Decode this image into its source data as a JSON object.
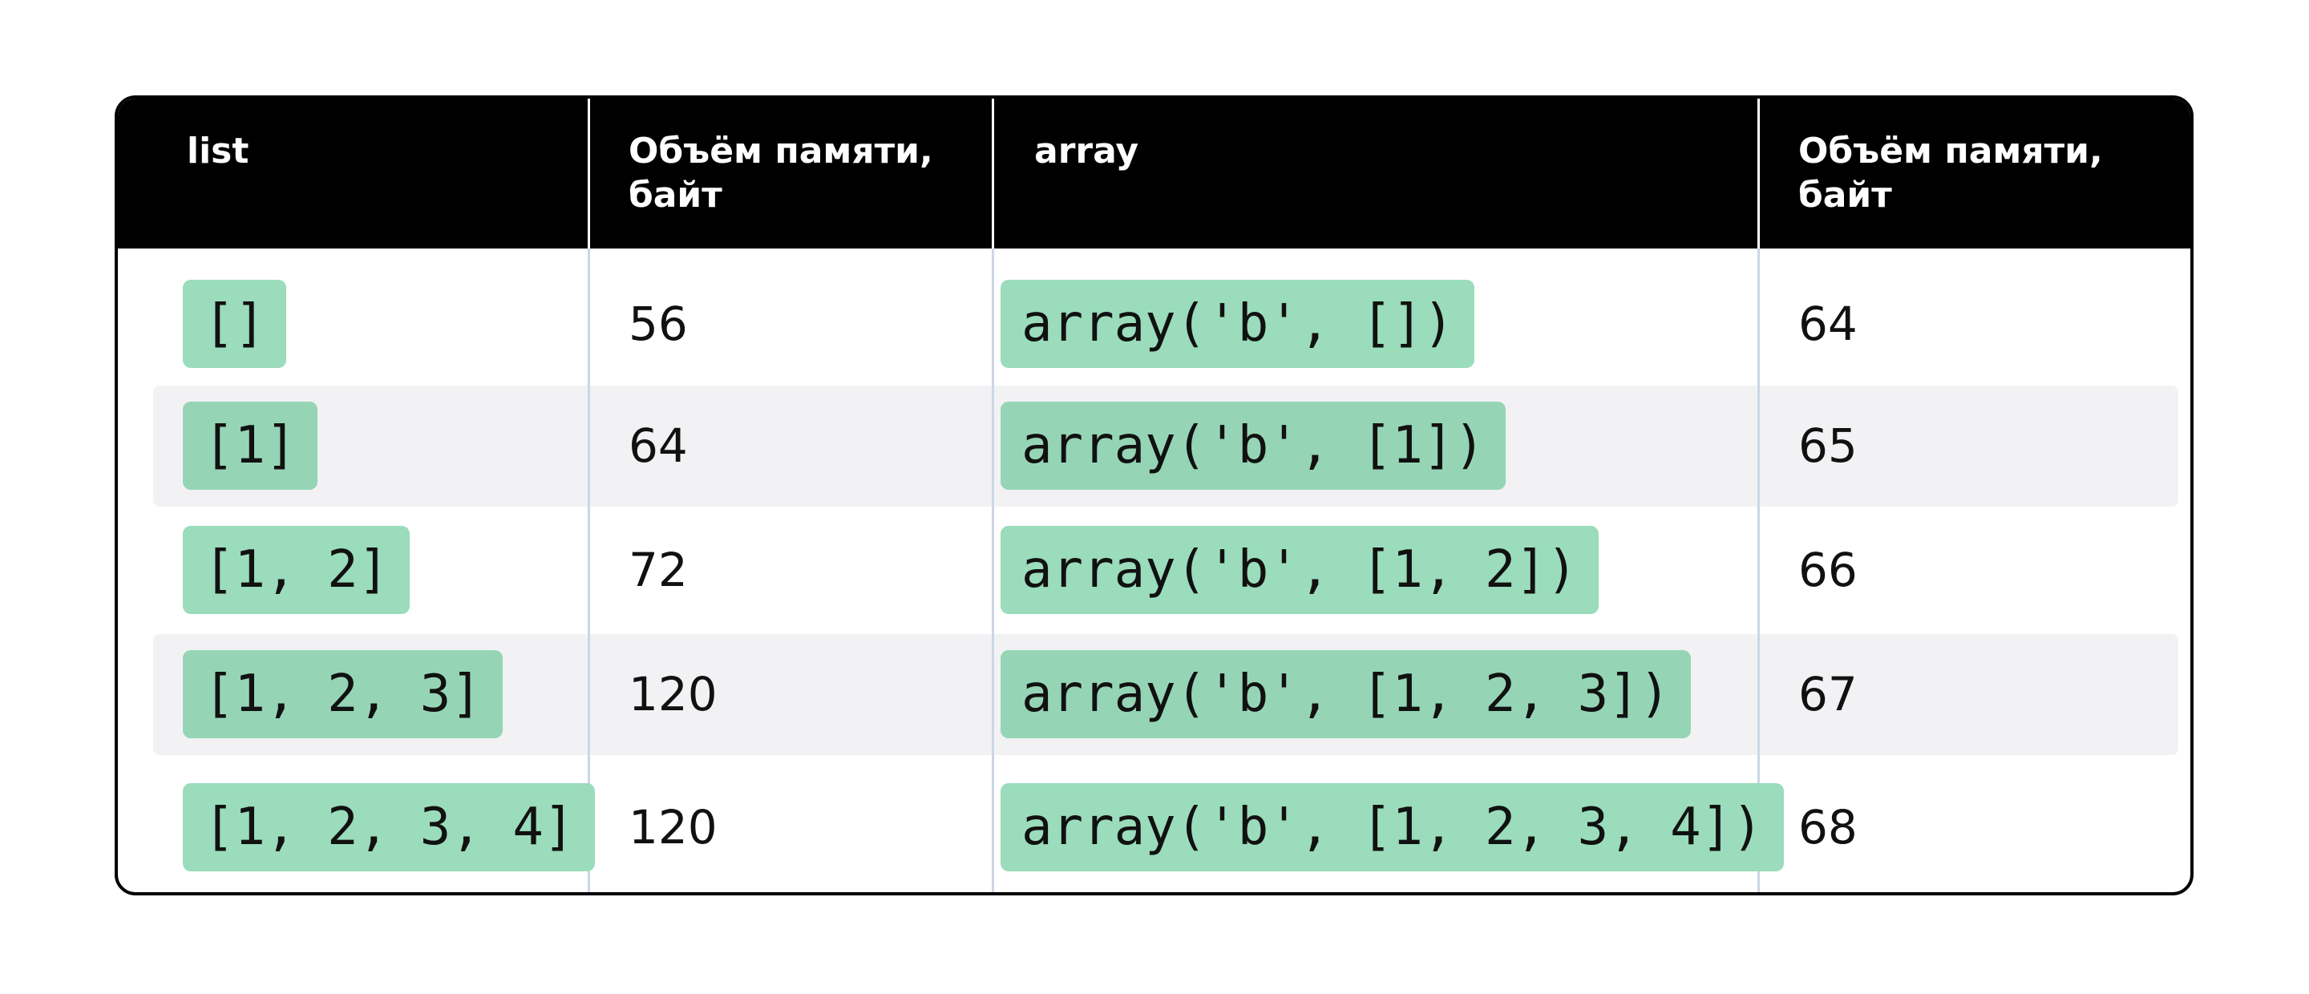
{
  "table": {
    "headers": [
      "list",
      "Объём памяти,\nбайт",
      "array",
      "Объём памяти,\nбайт"
    ],
    "rows": [
      {
        "list": "[]",
        "list_bytes": "56",
        "array": "array('b', [])",
        "array_bytes": "64"
      },
      {
        "list": "[1]",
        "list_bytes": "64",
        "array": "array('b', [1])",
        "array_bytes": "65"
      },
      {
        "list": "[1, 2]",
        "list_bytes": "72",
        "array": "array('b', [1, 2])",
        "array_bytes": "66"
      },
      {
        "list": "[1, 2, 3]",
        "list_bytes": "120",
        "array": "array('b', [1, 2, 3])",
        "array_bytes": "67"
      },
      {
        "list": "[1, 2, 3, 4]",
        "list_bytes": "120",
        "array": "array('b', [1, 2, 3, 4])",
        "array_bytes": "68"
      }
    ]
  },
  "colors": {
    "header_bg": "#000000",
    "chip_bg": "#9adcbb",
    "zebra_bg": "#f2f2f4",
    "divider": "#ccd6e6"
  }
}
